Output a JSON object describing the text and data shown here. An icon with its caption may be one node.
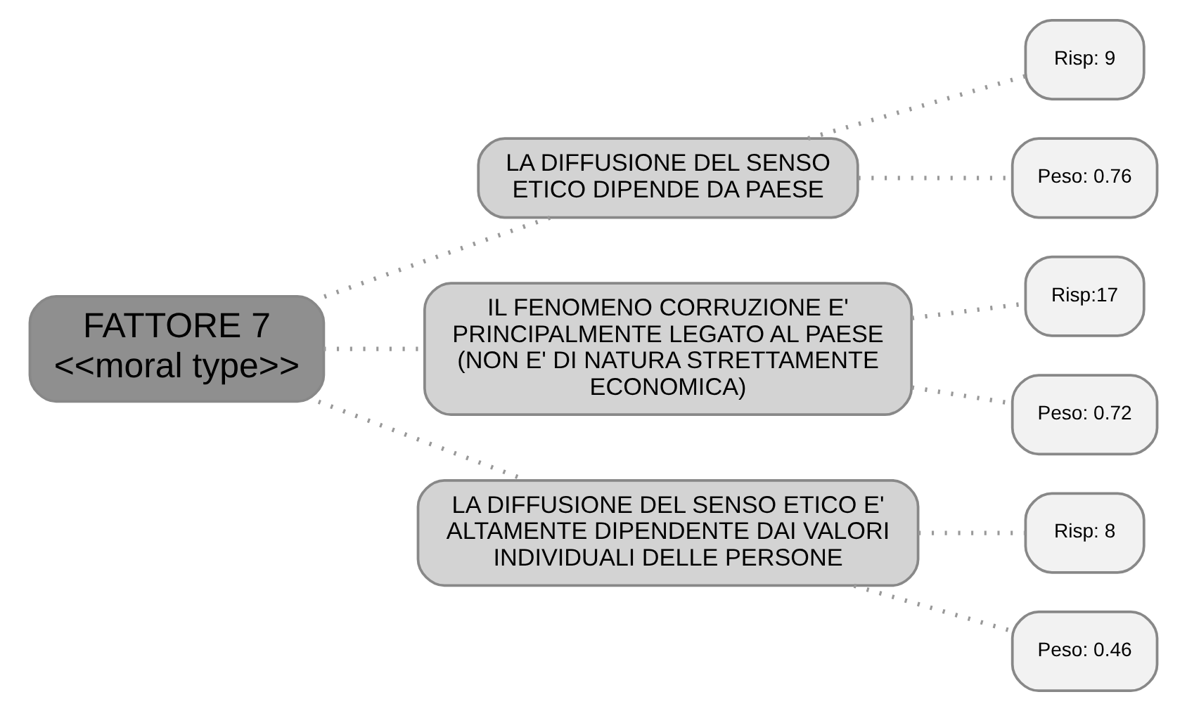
{
  "diagram": {
    "nodes": [
      {
        "text": [
          "FATTORE 7 <<moral type>>"
        ]
      },
      {
        "text": [
          "LA DIFFUSIONE DEL SENSO ETICO DIPENDE DA PAESE"
        ]
      },
      {
        "text": [
          "Risp: 9"
        ]
      },
      {
        "text": [
          "Peso: 0.76"
        ]
      },
      {
        "text": [
          "IL FENOMENO CORRUZIONE E' PRINCIPALMENTE LEGATO AL PAESE (NON E' DI NATURA STRETTAMENTE ECONOMICA)"
        ]
      },
      {
        "text": [
          "Risp:17"
        ]
      },
      {
        "text": [
          "Peso: 0.72"
        ]
      },
      {
        "text": [
          "LA DIFFUSIONE DEL SENSO ETICO E' ALTAMENTE DIPENDENTE DAI VALORI INDIVIDUALI DELLE PERSONE"
        ]
      },
      {
        "text": [
          "Risp: 8"
        ]
      },
      {
        "text": [
          "Peso: 0.46"
        ]
      }
    ],
    "edges": [
      {
        "from": 0,
        "to": 1,
        "arrow": "none"
      },
      {
        "from": 1,
        "to": 2,
        "arrow": "none"
      },
      {
        "from": 1,
        "to": 3,
        "arrow": "none"
      },
      {
        "from": 0,
        "to": 4,
        "arrow": "none"
      },
      {
        "from": 4,
        "to": 5,
        "arrow": "none"
      },
      {
        "from": 4,
        "to": 6,
        "arrow": "none"
      },
      {
        "from": 0,
        "to": 7,
        "arrow": "none"
      },
      {
        "from": 7,
        "to": 8,
        "arrow": "none"
      },
      {
        "from": 7,
        "to": 9,
        "arrow": "none"
      }
    ]
  }
}
